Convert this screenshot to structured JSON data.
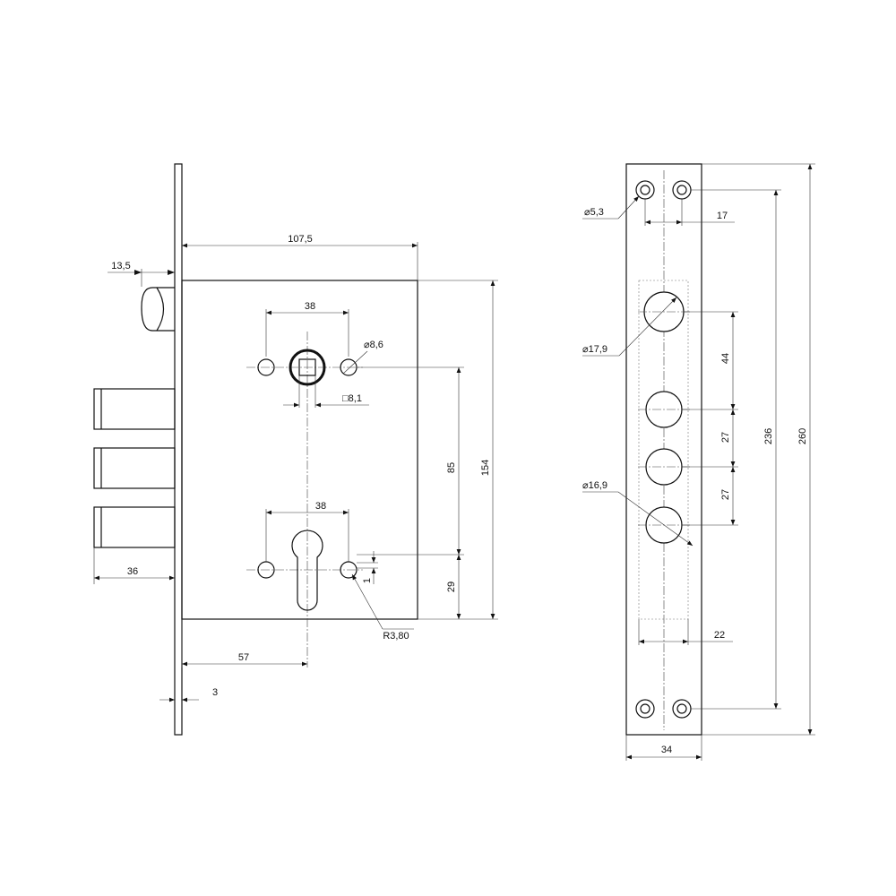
{
  "front_view": {
    "dimensions": {
      "case_width": "107,5",
      "latch_projection": "13,5",
      "spindle_screw_spacing": "38",
      "screw_hole_diameter": "8,6",
      "spindle_square": "8,1",
      "cylinder_screw_spacing": "38",
      "bolt_projection": "36",
      "backset": "57",
      "faceplate_thickness": "3",
      "spindle_to_cylinder": "85",
      "case_height": "154",
      "cylinder_to_bottom": "29",
      "cylinder_offset": "1",
      "cylinder_radius": "R3,80"
    }
  },
  "faceplate_view": {
    "dimensions": {
      "mount_hole_diameter": "5,3",
      "mount_hole_spacing": "17",
      "large_hole_diameter": "17,9",
      "medium_hole_diameter": "16,9",
      "bolt_spacing_1": "44",
      "bolt_spacing_2": "27",
      "bolt_spacing_3": "27",
      "slot_width": "22",
      "faceplate_width": "34",
      "hole_spacing_total": "236",
      "faceplate_length": "260"
    }
  },
  "symbols": {
    "diameter": "⌀",
    "square": "□"
  }
}
